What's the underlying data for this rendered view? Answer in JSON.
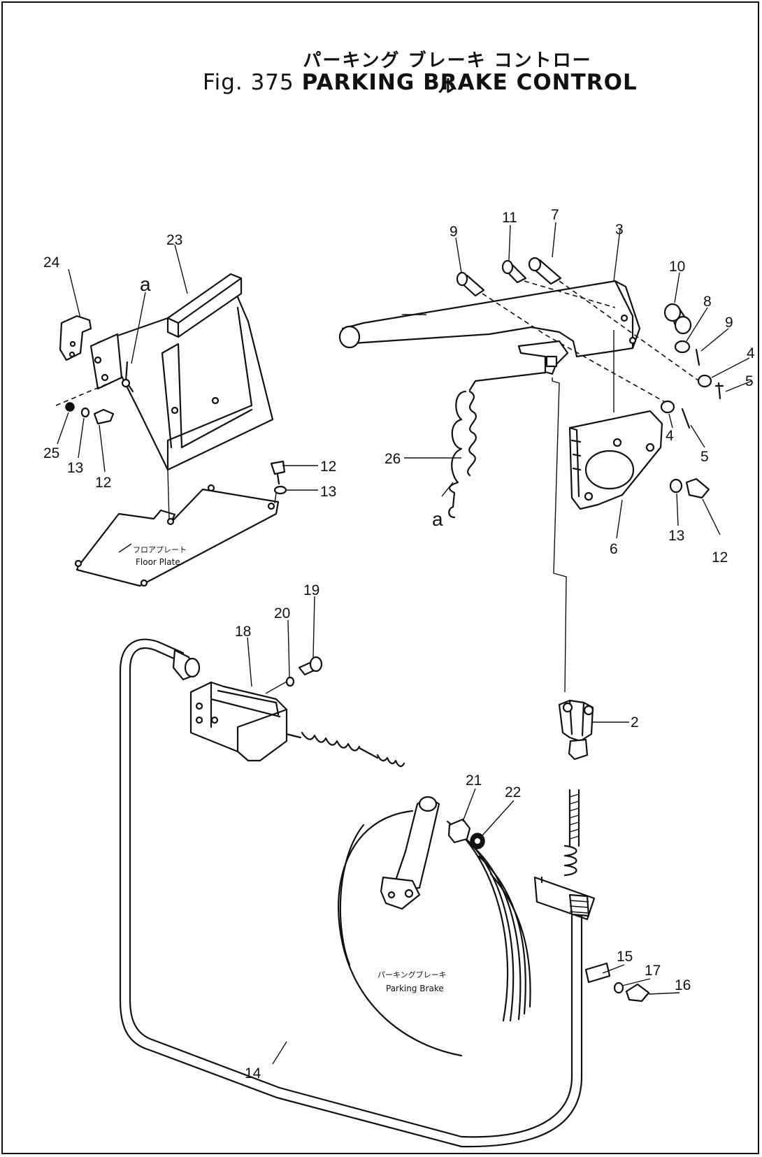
{
  "title": {
    "japanese": "パーキング ブレーキ コントロール",
    "figure": "Fig. 375",
    "english": "PARKING BRAKE CONTROL"
  },
  "notes": {
    "floor_plate_jp": "フロアプレート",
    "floor_plate_en": "Floor Plate",
    "parking_brake_jp": "パーキングブレーキ",
    "parking_brake_en": "Parking Brake"
  },
  "callouts": {
    "p2": "2",
    "p3": "3",
    "p4a": "4",
    "p4b": "4",
    "p5a": "5",
    "p5b": "5",
    "p6": "6",
    "p7": "7",
    "p8": "8",
    "p9a": "9",
    "p9b": "9",
    "p10": "10",
    "p11": "11",
    "p12a": "12",
    "p12b": "12",
    "p12c": "12",
    "p13a": "13",
    "p13b": "13",
    "p13c": "13",
    "p14": "14",
    "p15": "15",
    "p16": "16",
    "p17": "17",
    "p18": "18",
    "p19": "19",
    "p20": "20",
    "p21": "21",
    "p22": "22",
    "p23": "23",
    "p24": "24",
    "p25": "25",
    "p26": "26",
    "ref_a1": "a",
    "ref_a2": "a"
  }
}
